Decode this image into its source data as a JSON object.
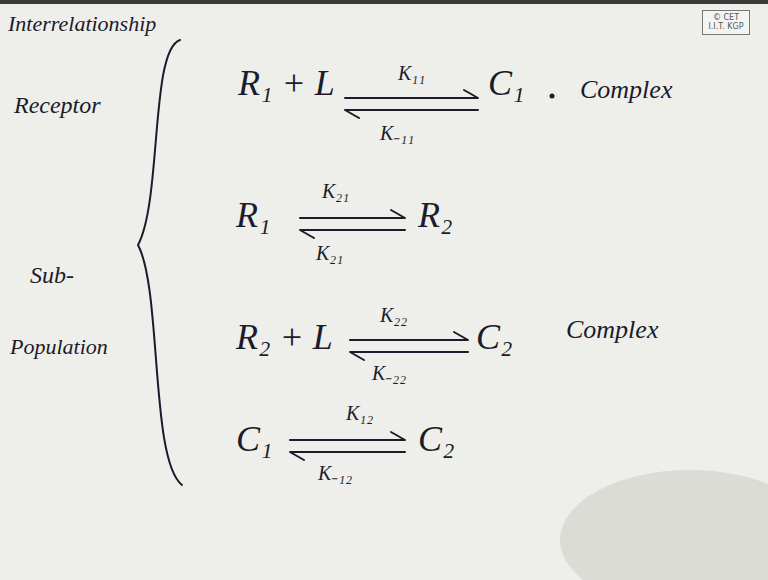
{
  "diagram": {
    "nodes": [
      {
        "text": [
          "© CET I.I.T. KGP"
        ]
      }
    ],
    "labels": [
      "Interrelationship",
      "Receptor",
      "Sub-",
      "Population",
      "R₁ + L",
      "K₁₁",
      "K₋₁₁",
      "C₁",
      "Complex",
      "R₁",
      "K₂₁",
      "K₂₁",
      "R₂",
      "R₂ + L",
      "K₂₂",
      "K₋₂₂",
      "C₂",
      "Complex",
      "C₁",
      "K₁₂",
      "K₋₁₂",
      "C₂"
    ]
  }
}
